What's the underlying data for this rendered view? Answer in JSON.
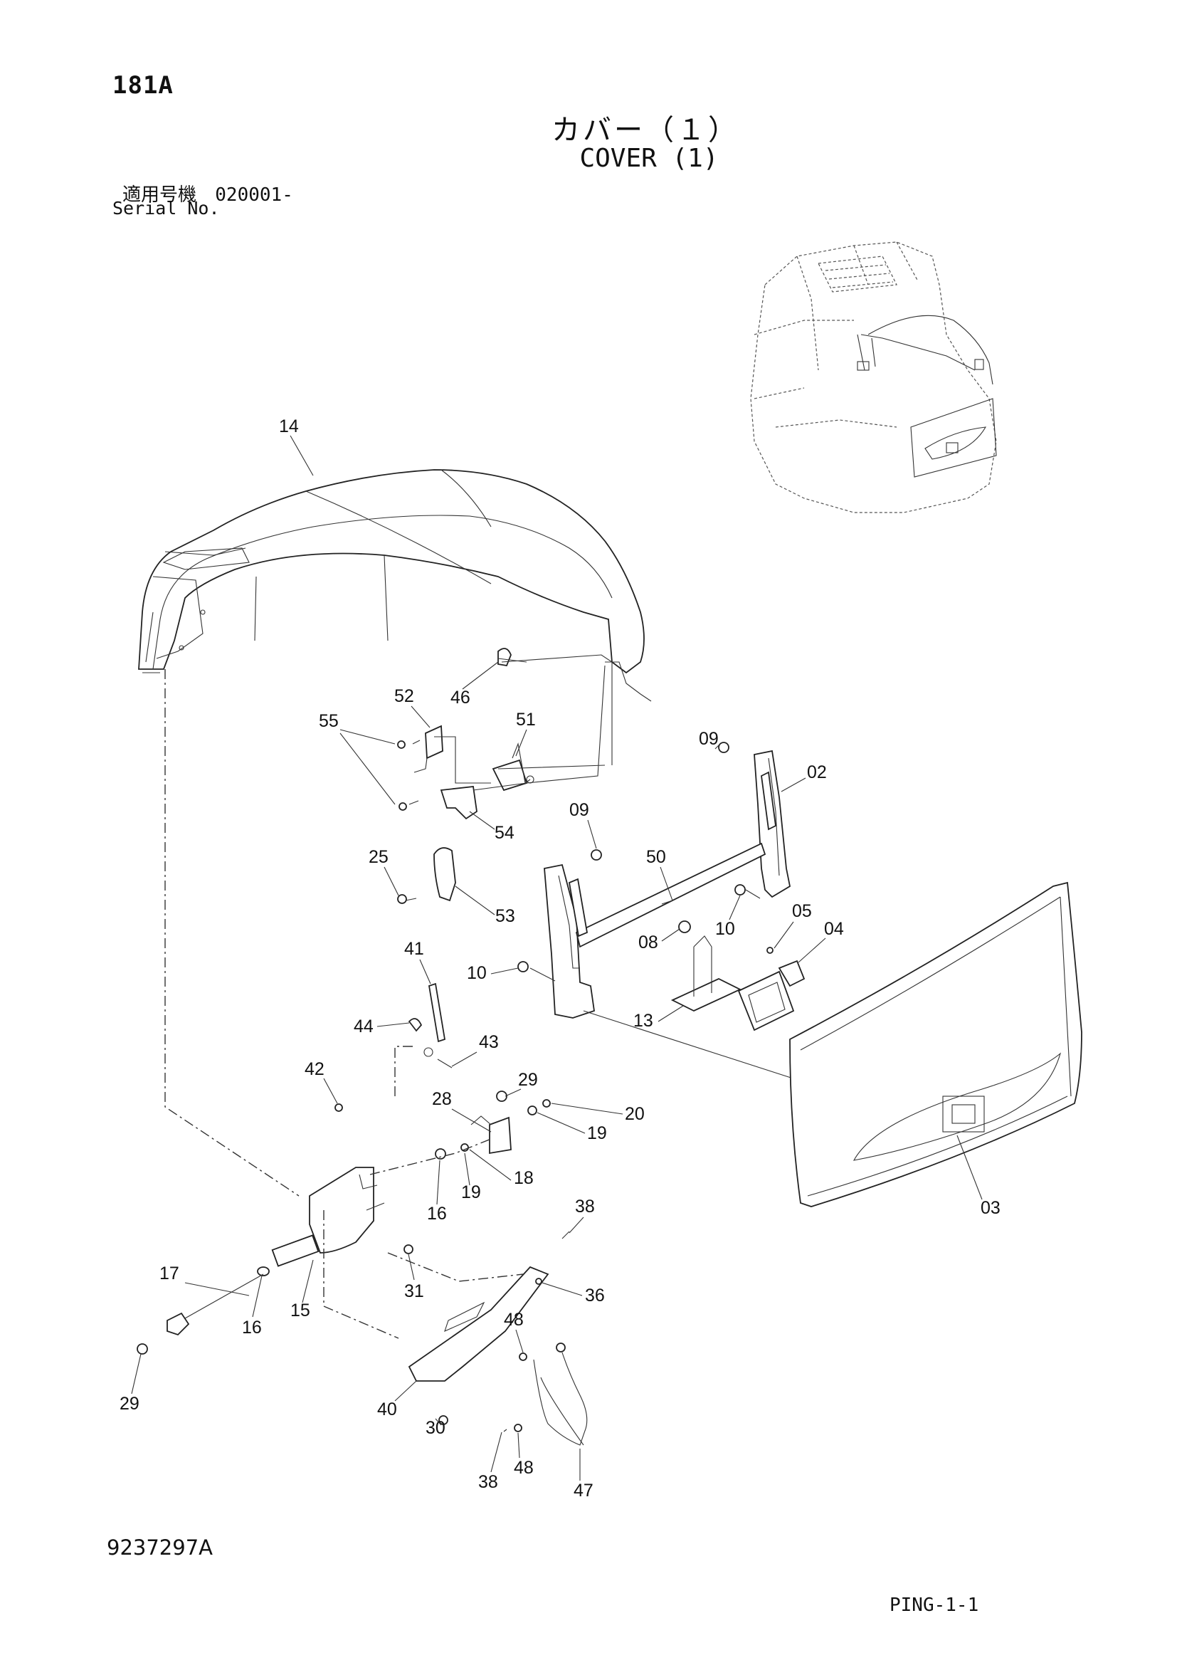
{
  "header": {
    "page_code": "181A",
    "title_jp": "カバー（１）",
    "title_en": "COVER (1)",
    "serial_label_jp": "適用号機",
    "serial_value": "020001-",
    "serial_label_en": "Serial No."
  },
  "diagram": {
    "callouts": [
      "14",
      "46",
      "52",
      "55",
      "51",
      "09",
      "02",
      "09",
      "54",
      "25",
      "50",
      "53",
      "05",
      "04",
      "10",
      "08",
      "10",
      "41",
      "44",
      "13",
      "43",
      "42",
      "29",
      "28",
      "20",
      "19",
      "18",
      "19",
      "16",
      "38",
      "17",
      "31",
      "16",
      "15",
      "36",
      "48",
      "29",
      "40",
      "30",
      "38",
      "48",
      "47",
      "03"
    ]
  },
  "footer": {
    "doc_number": "9237297A",
    "sheet_id": "PING-1-1"
  }
}
